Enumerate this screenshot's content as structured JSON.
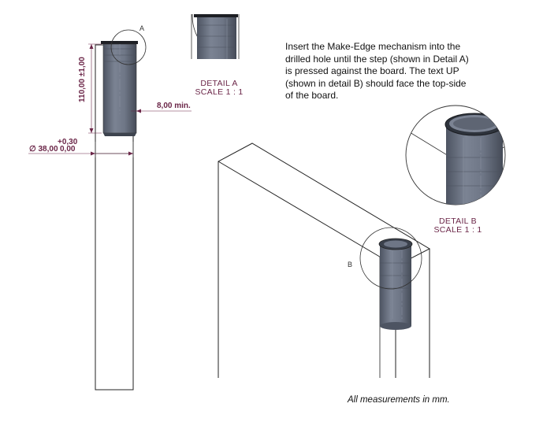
{
  "instructions": {
    "lines": [
      "Insert the Make-Edge mechanism into the",
      "drilled hole until the step (shown in Detail A)",
      "is pressed against the board. The text UP",
      "(shown in detail B) should face the top-side",
      "of the board."
    ]
  },
  "footer_note": "All measurements in mm.",
  "detail_a": {
    "marker": "A",
    "caption_line1": "DETAIL A",
    "caption_line2": "SCALE 1 : 1"
  },
  "detail_b": {
    "marker": "B",
    "caption_line1": "DETAIL B",
    "caption_line2": "SCALE 1 : 1"
  },
  "dimensions": {
    "length": "110,00 ±1,00",
    "depth_min": "8,00 min.",
    "tolerance_upper": "+0,30",
    "diameter": "∅ 38,00",
    "tolerance_lower": "0,00"
  },
  "colors": {
    "dimension_text": "#6b2648",
    "cylinder_fill": "#6e7686",
    "cylinder_dark": "#4d5462",
    "outline": "#222222"
  }
}
